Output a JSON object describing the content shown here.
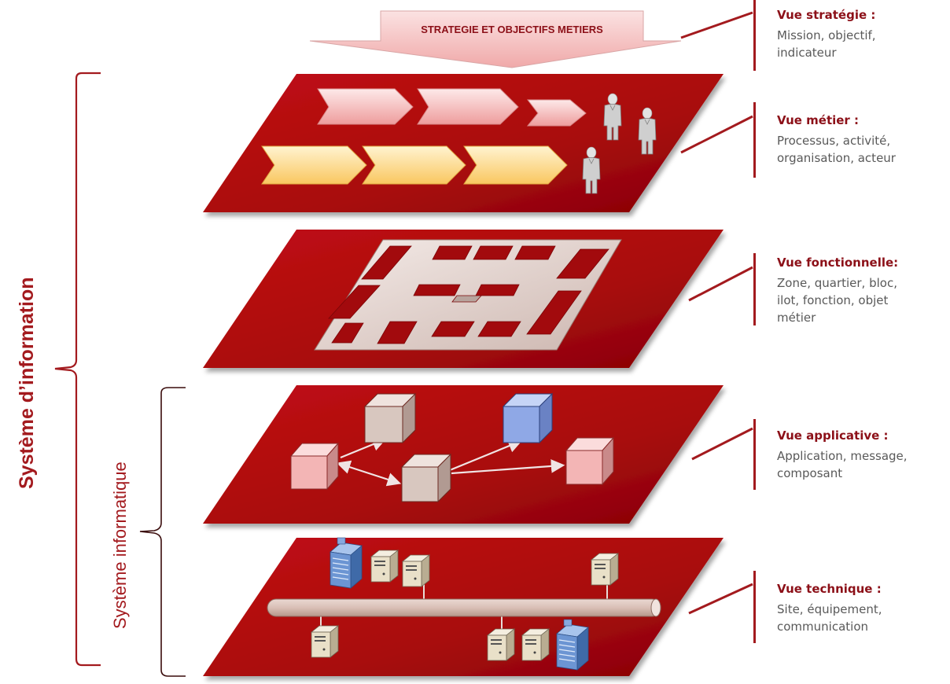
{
  "top_arrow": {
    "label": "STRATEGIE ET OBJECTIFS METIERS"
  },
  "brackets": {
    "systeme_information": "Système d’information",
    "systeme_informatique": "Système informatique"
  },
  "views": [
    {
      "id": "strategie",
      "title": "Vue stratégie :",
      "lines": [
        "Mission, objectif,",
        "indicateur"
      ]
    },
    {
      "id": "metier",
      "title": "Vue métier :",
      "lines": [
        "Processus, activité,",
        "organisation, acteur"
      ]
    },
    {
      "id": "fonctionnelle",
      "title": "Vue fonctionnelle:",
      "lines": [
        "Zone, quartier, bloc,",
        "ilot, fonction, objet",
        "métier"
      ]
    },
    {
      "id": "applicative",
      "title": "Vue applicative :",
      "lines": [
        "Application, message,",
        "composant"
      ]
    },
    {
      "id": "technique",
      "title": "Vue technique :",
      "lines": [
        "Site, équipement,",
        "communication"
      ]
    }
  ],
  "colors": {
    "layer_red": "#a80a0c",
    "layer_dark": "#7a0003",
    "accent_text": "#a31a1e",
    "pink_chevron": "#f3b5b5",
    "yellow_chevron": "#fbd37a",
    "blue_cube": "#8fa8e6",
    "beige_cube": "#d8c7bf"
  },
  "icons": [
    "person-icon",
    "building-icon",
    "server-icon",
    "cube-icon",
    "chevron-arrow-icon",
    "network-bus-icon"
  ]
}
